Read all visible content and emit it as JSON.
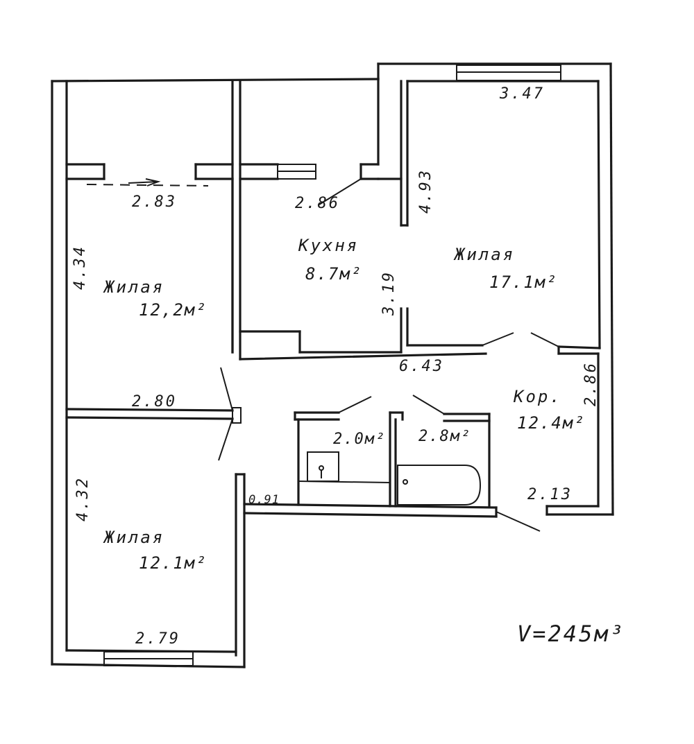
{
  "rooms": {
    "living_top_left": {
      "name": "Жилая",
      "area": "12,2м²"
    },
    "kitchen": {
      "name": "Кухня",
      "area": "8.7м²"
    },
    "living_large": {
      "name": "Жилая",
      "area": "17.1м²"
    },
    "corridor": {
      "name": "Кор.",
      "area": "12.4м²"
    },
    "bathroom_1": {
      "area": "2.0м²"
    },
    "bathroom_2": {
      "area": "2.8м²"
    },
    "living_bottom": {
      "name": "Жилая",
      "area": "12.1м²"
    }
  },
  "dimensions": {
    "d_283": "2.83",
    "d_286a": "2.86",
    "d_493": "4.93",
    "d_347": "3.47",
    "d_434": "4.34",
    "d_319": "3.19",
    "d_643": "6.43",
    "d_286b": "2.86",
    "d_280": "2.80",
    "d_432": "4.32",
    "d_091": "0.91",
    "d_213": "2.13",
    "d_279": "2.79"
  },
  "volume_note": "V=245м³"
}
